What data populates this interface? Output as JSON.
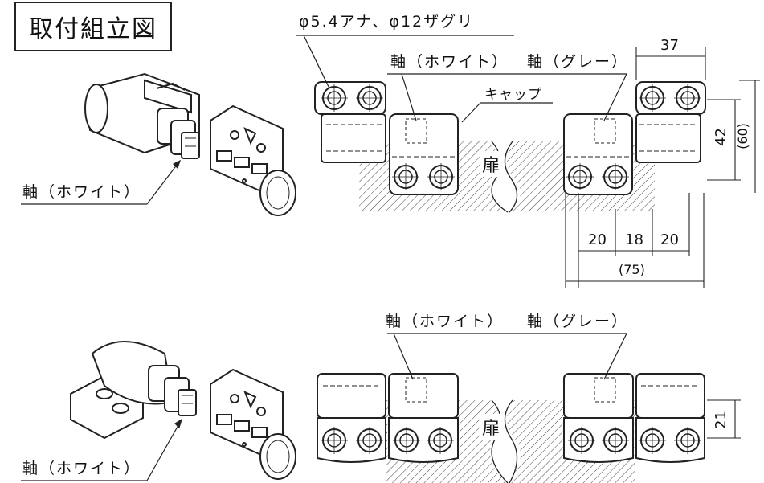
{
  "title": "取付組立図",
  "labels": {
    "hole_spec": "φ5.4アナ、φ12ザグリ",
    "shaft_white_top": "軸（ホワイト）",
    "shaft_gray_top": "軸（グレー）",
    "cap": "キャップ",
    "door_top": "扉",
    "left_shaft_top": "軸（ホワイト）",
    "shaft_white_bottom": "軸（ホワイト）",
    "shaft_gray_bottom": "軸（グレー）",
    "door_bottom": "扉",
    "left_shaft_bottom": "軸（ホワイト）"
  },
  "dimensions": {
    "d37": "37",
    "d42": "42",
    "d60": "(60)",
    "d20a": "20",
    "d18": "18",
    "d20b": "20",
    "d75": "(75)",
    "d21": "21"
  },
  "colors": {
    "line": "#222222",
    "hatch": "#555555"
  }
}
